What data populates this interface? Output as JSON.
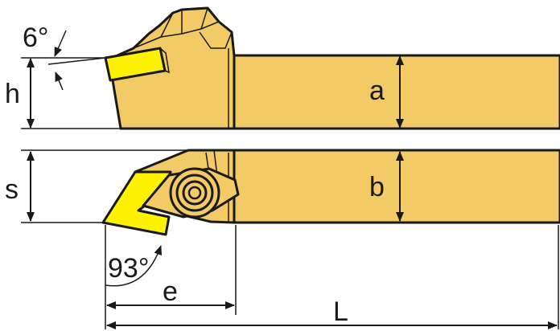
{
  "labels": {
    "angle_top": "6°",
    "height_h": "h",
    "height_a": "a",
    "width_b": "b",
    "width_s": "s",
    "angle_bottom": "93°",
    "offset_e": "e",
    "length_L": "L"
  },
  "colors": {
    "body": "#f2ca66",
    "insert": "#fff200",
    "line": "#1a1a1a"
  }
}
